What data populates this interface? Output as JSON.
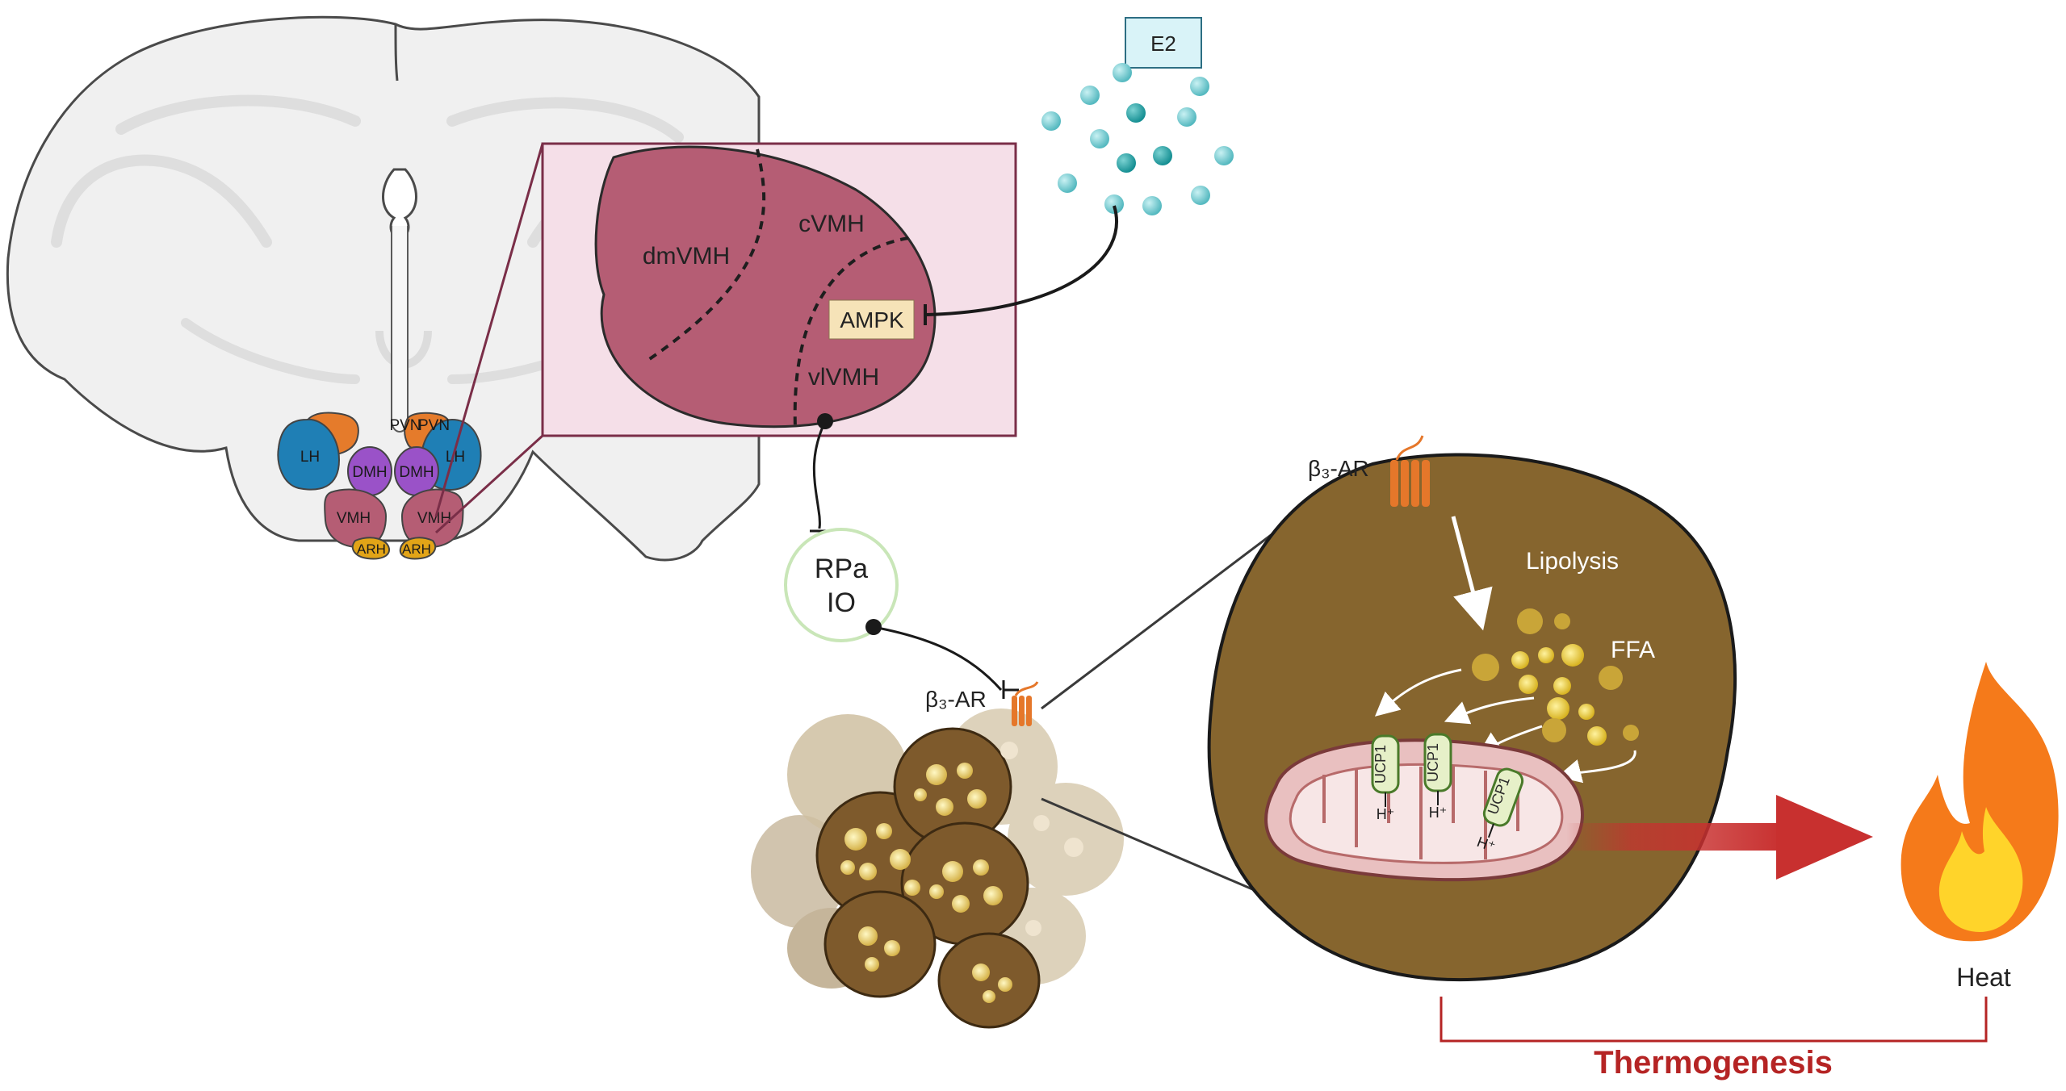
{
  "labels": {
    "e2": "E2",
    "dmvmh": "dmVMH",
    "cvmh": "cVMH",
    "vlvmh": "vlVMH",
    "ampk": "AMPK",
    "rpa": "RPa",
    "io": "IO",
    "b3ar_top": "β₃-AR",
    "b3ar_bottom": "β₃-AR",
    "lipolysis": "Lipolysis",
    "ffa": "FFA",
    "ucp1": "UCP1",
    "h_plus": "H⁺",
    "heat": "Heat",
    "thermogenesis": "Thermogenesis"
  },
  "nuclei": {
    "pvn": "PVN",
    "lh": "LH",
    "dmh": "DMH",
    "vmh": "VMH",
    "arh": "ARH"
  },
  "colors": {
    "vmh_region": "#b55d74",
    "zoom_box": "#f5dfe8",
    "zoom_border": "#7a2e48",
    "ampk_box": "#f6e3b8",
    "e2_box": "#d9f3f8",
    "fat_cell": "#86652e",
    "mitochondrion": "#e9c0c0",
    "ucp1": "#e6f0c8",
    "arrow_red": "#c8302f",
    "thermogenesis_text": "#b52424",
    "flame_outer": "#f57a1a",
    "flame_inner": "#ffd42a"
  }
}
